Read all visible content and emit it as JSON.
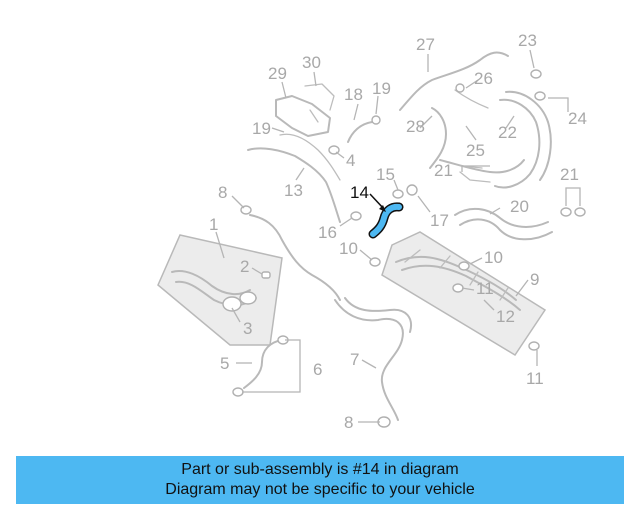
{
  "diagram": {
    "highlighted_part": "14",
    "highlight_color": "#4db8f2",
    "labels": {
      "p1": "1",
      "p2": "2",
      "p3": "3",
      "p4": "4",
      "p5": "5",
      "p6": "6",
      "p7": "7",
      "p8a": "8",
      "p8b": "8",
      "p9": "9",
      "p10a": "10",
      "p10b": "10",
      "p11a": "11",
      "p11b": "11",
      "p12": "12",
      "p13": "13",
      "p14": "14",
      "p15": "15",
      "p16": "16",
      "p17": "17",
      "p18": "18",
      "p19a": "19",
      "p19b": "19",
      "p20": "20",
      "p21a": "21",
      "p21b": "21",
      "p22": "22",
      "p23": "23",
      "p24": "24",
      "p25": "25",
      "p26": "26",
      "p27": "27",
      "p28": "28",
      "p29": "29",
      "p30": "30"
    }
  },
  "banner": {
    "line1": "Part or sub-assembly is #14 in diagram",
    "line2": "Diagram may not be specific to your vehicle",
    "background": "#4db8f2"
  }
}
